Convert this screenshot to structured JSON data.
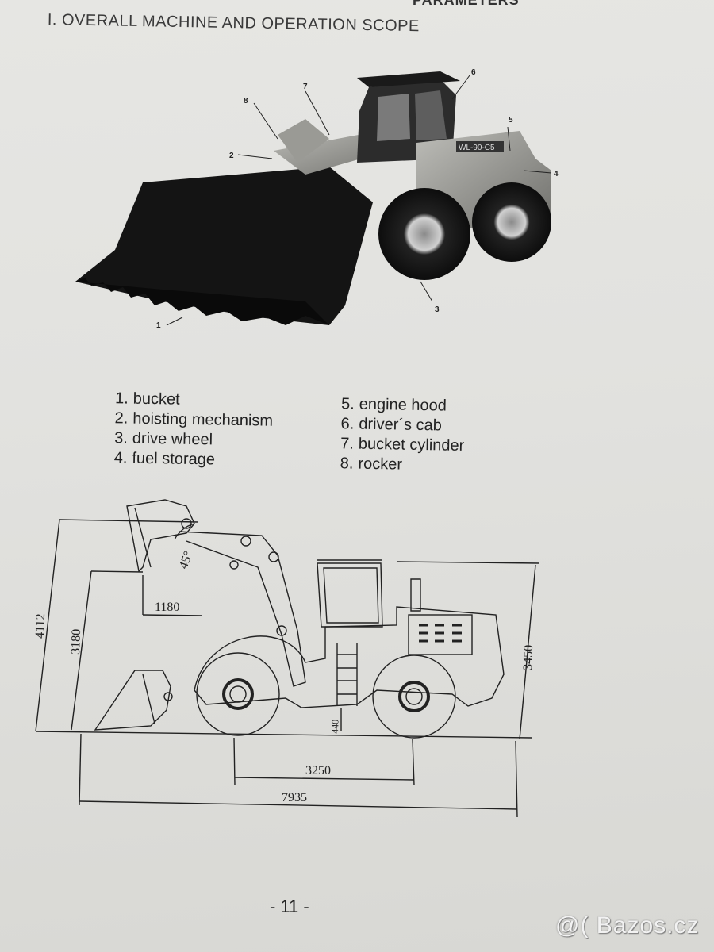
{
  "header": {
    "fragment": "PARAMETERS",
    "section_title": "I.  OVERALL MACHINE AND OPERATION SCOPE"
  },
  "photo": {
    "brand_text": "WL-90-C5",
    "callouts": [
      "1",
      "2",
      "3",
      "4",
      "5",
      "6",
      "7",
      "8"
    ]
  },
  "legend": {
    "left": [
      {
        "num": "1.",
        "label": "bucket"
      },
      {
        "num": "2.",
        "label": "hoisting mechanism"
      },
      {
        "num": "3.",
        "label": "drive wheel"
      },
      {
        "num": "4.",
        "label": "fuel storage"
      }
    ],
    "right": [
      {
        "num": "5.",
        "label": "engine hood"
      },
      {
        "num": "6.",
        "label": "driver´s cab"
      },
      {
        "num": "7.",
        "label": "bucket cylinder"
      },
      {
        "num": "8.",
        "label": "rocker"
      }
    ]
  },
  "drawing": {
    "dim_height_max": "4112",
    "dim_height_dump": "3180",
    "dim_reach": "1180",
    "dim_angle": "45°",
    "dim_clearance": "440",
    "dim_overall_height": "3450",
    "dim_wheelbase": "3250",
    "dim_length": "7935"
  },
  "footer": {
    "page_number": "- 11 -"
  },
  "watermark": "@( Bazos.cz"
}
